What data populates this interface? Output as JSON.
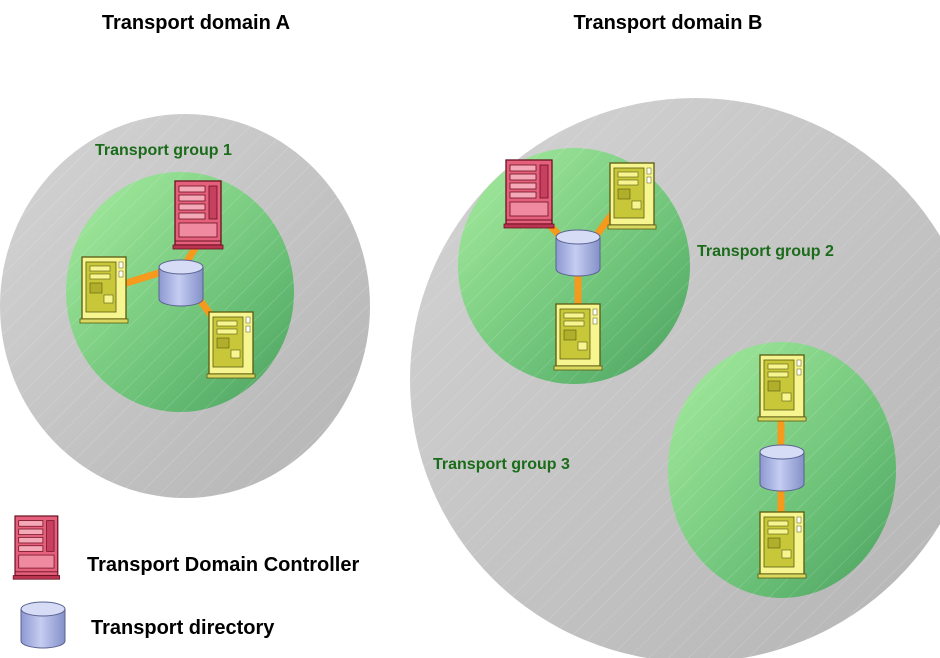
{
  "domains": [
    {
      "title": "Transport domain A"
    },
    {
      "title": "Transport domain B"
    }
  ],
  "groups": [
    {
      "title": "Transport group 1"
    },
    {
      "title": "Transport group 2"
    },
    {
      "title": "Transport group 3"
    }
  ],
  "legend": {
    "controller_label": "Transport Domain Controller",
    "directory_label": "Transport directory"
  },
  "colors": {
    "domain_fill": "#c4c4c4",
    "group_fill": "#8fd88f",
    "group_title": "#1a6b1a",
    "link": "#f59a1c",
    "controller": "#e05a78",
    "server": "#f5f58a",
    "directory": "#a9b4e6"
  },
  "icons": {
    "controller": "red-server-tower-icon",
    "server": "yellow-server-tower-icon",
    "directory": "blue-cylinder-icon"
  }
}
